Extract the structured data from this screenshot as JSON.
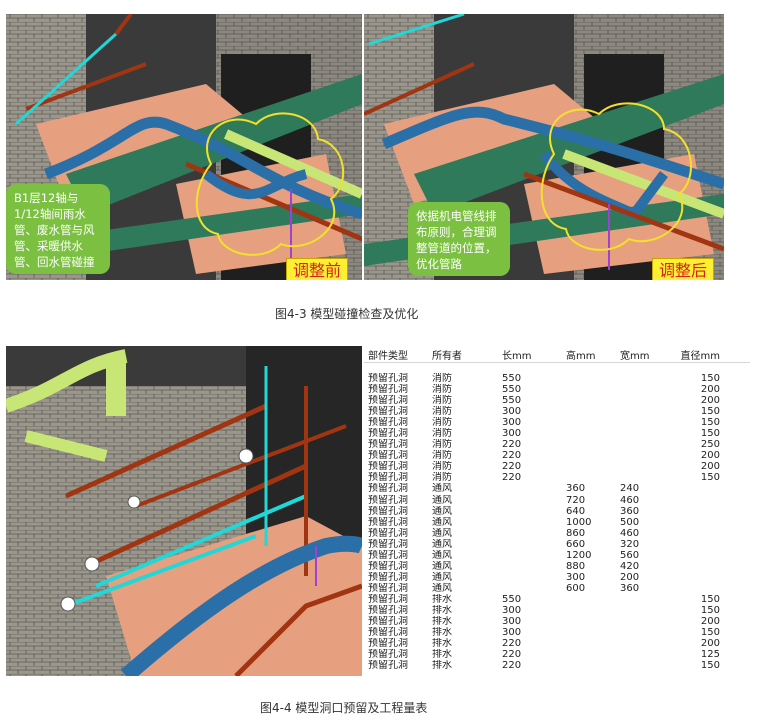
{
  "figure_top": {
    "left_callout": "B1层12轴与1/12轴间雨水管、废水管与风管、采暖供水管、回水管碰撞",
    "left_tag": "调整前",
    "right_callout": "依据机电管线排布原则，合理调整管道的位置，优化管路",
    "right_tag": "调整后",
    "caption": "图4-3 模型碰撞检查及优化"
  },
  "figure_bottom": {
    "caption": "图4-4 模型洞口预留及工程量表"
  },
  "table": {
    "headers": [
      "部件类型",
      "所有者",
      "长mm",
      "高mm",
      "宽mm",
      "直径mm"
    ],
    "rows": [
      [
        "预留孔洞",
        "消防",
        "550",
        "",
        "",
        "150"
      ],
      [
        "预留孔洞",
        "消防",
        "550",
        "",
        "",
        "200"
      ],
      [
        "预留孔洞",
        "消防",
        "550",
        "",
        "",
        "200"
      ],
      [
        "预留孔洞",
        "消防",
        "300",
        "",
        "",
        "150"
      ],
      [
        "预留孔洞",
        "消防",
        "300",
        "",
        "",
        "150"
      ],
      [
        "预留孔洞",
        "消防",
        "300",
        "",
        "",
        "150"
      ],
      [
        "预留孔洞",
        "消防",
        "220",
        "",
        "",
        "250"
      ],
      [
        "预留孔洞",
        "消防",
        "220",
        "",
        "",
        "200"
      ],
      [
        "预留孔洞",
        "消防",
        "220",
        "",
        "",
        "200"
      ],
      [
        "预留孔洞",
        "消防",
        "220",
        "",
        "",
        "150"
      ],
      [
        "预留孔洞",
        "通风",
        "",
        "360",
        "240",
        ""
      ],
      [
        "预留孔洞",
        "通风",
        "",
        "720",
        "460",
        ""
      ],
      [
        "预留孔洞",
        "通风",
        "",
        "640",
        "360",
        ""
      ],
      [
        "预留孔洞",
        "通风",
        "",
        "1000",
        "500",
        ""
      ],
      [
        "预留孔洞",
        "通风",
        "",
        "860",
        "460",
        ""
      ],
      [
        "预留孔洞",
        "通风",
        "",
        "660",
        "320",
        ""
      ],
      [
        "预留孔洞",
        "通风",
        "",
        "1200",
        "560",
        ""
      ],
      [
        "预留孔洞",
        "通风",
        "",
        "880",
        "420",
        ""
      ],
      [
        "预留孔洞",
        "通风",
        "",
        "300",
        "200",
        ""
      ],
      [
        "预留孔洞",
        "通风",
        "",
        "600",
        "360",
        ""
      ],
      [
        "预留孔洞",
        "排水",
        "550",
        "",
        "",
        "150"
      ],
      [
        "预留孔洞",
        "排水",
        "300",
        "",
        "",
        "150"
      ],
      [
        "预留孔洞",
        "排水",
        "300",
        "",
        "",
        "200"
      ],
      [
        "预留孔洞",
        "排水",
        "300",
        "",
        "",
        "150"
      ],
      [
        "预留孔洞",
        "排水",
        "220",
        "",
        "",
        "200"
      ],
      [
        "预留孔洞",
        "排水",
        "220",
        "",
        "",
        "125"
      ],
      [
        "预留孔洞",
        "排水",
        "220",
        "",
        "",
        "150"
      ]
    ]
  },
  "colors": {
    "brick": "#9a968c",
    "duct": "#e6a07f",
    "pipe_blue": "#2a6fa8",
    "pipe_green": "#c7e675",
    "pipe_red": "#a13512",
    "pipe_cyan": "#22d7d7",
    "beam": "#2e7a5a",
    "cloud": "#f2e02a"
  }
}
